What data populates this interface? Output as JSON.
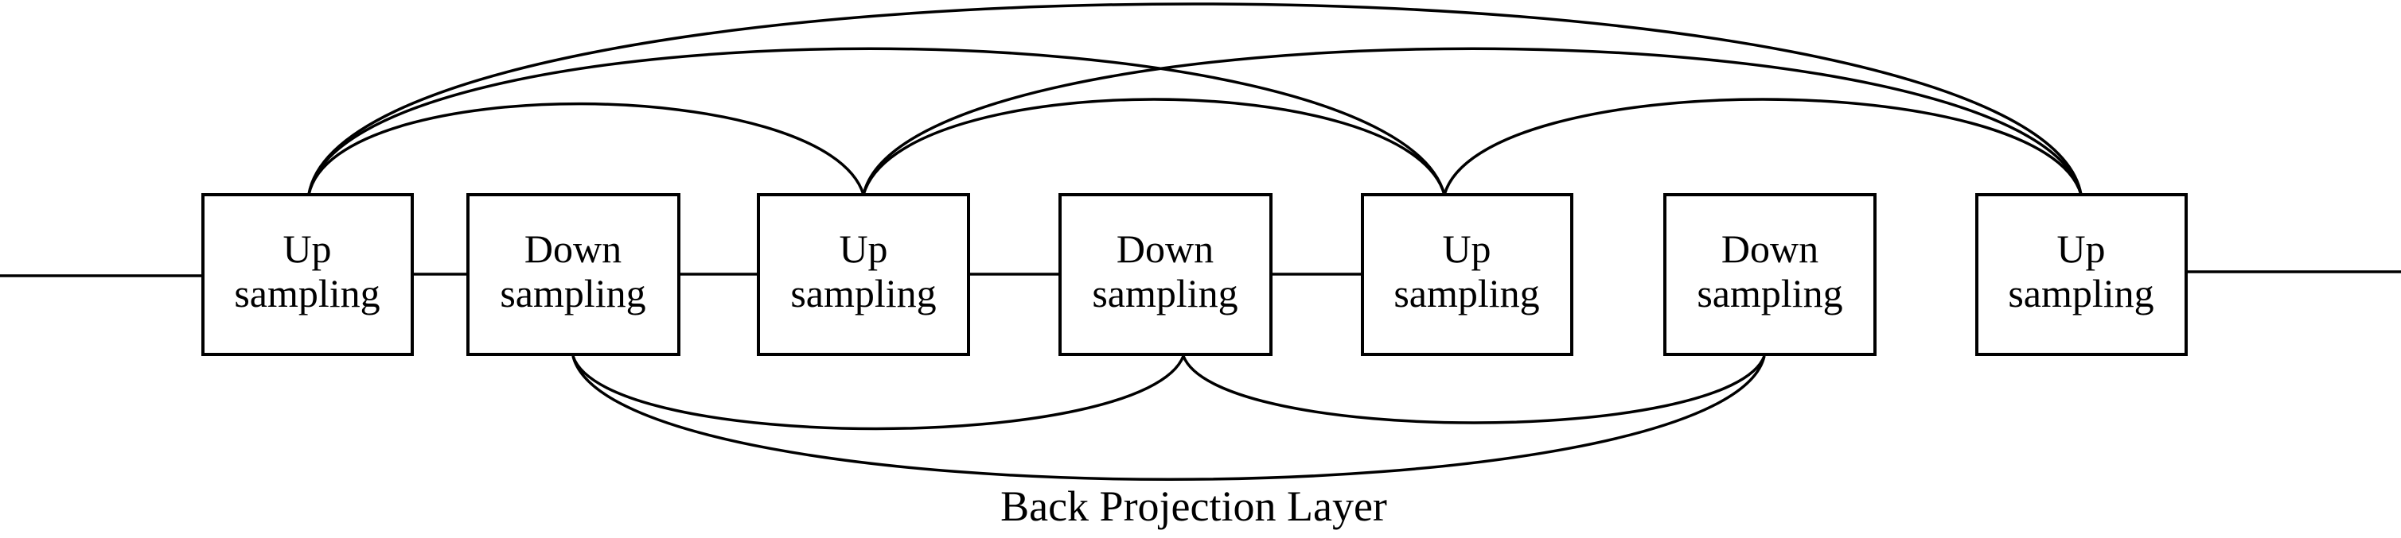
{
  "diagram": {
    "caption": "Back Projection Layer",
    "blocks": [
      {
        "line1": "Up",
        "line2": "sampling"
      },
      {
        "line1": "Down",
        "line2": "sampling"
      },
      {
        "line1": "Up",
        "line2": "sampling"
      },
      {
        "line1": "Down",
        "line2": "sampling"
      },
      {
        "line1": "Up",
        "line2": "sampling"
      },
      {
        "line1": "Down",
        "line2": "sampling"
      },
      {
        "line1": "Up",
        "line2": "sampling"
      }
    ],
    "dense_connections_top": [
      [
        0,
        2
      ],
      [
        0,
        4
      ],
      [
        0,
        6
      ],
      [
        2,
        4
      ],
      [
        2,
        6
      ],
      [
        4,
        6
      ]
    ],
    "dense_connections_bottom": [
      [
        1,
        3
      ],
      [
        1,
        5
      ],
      [
        3,
        5
      ]
    ]
  }
}
